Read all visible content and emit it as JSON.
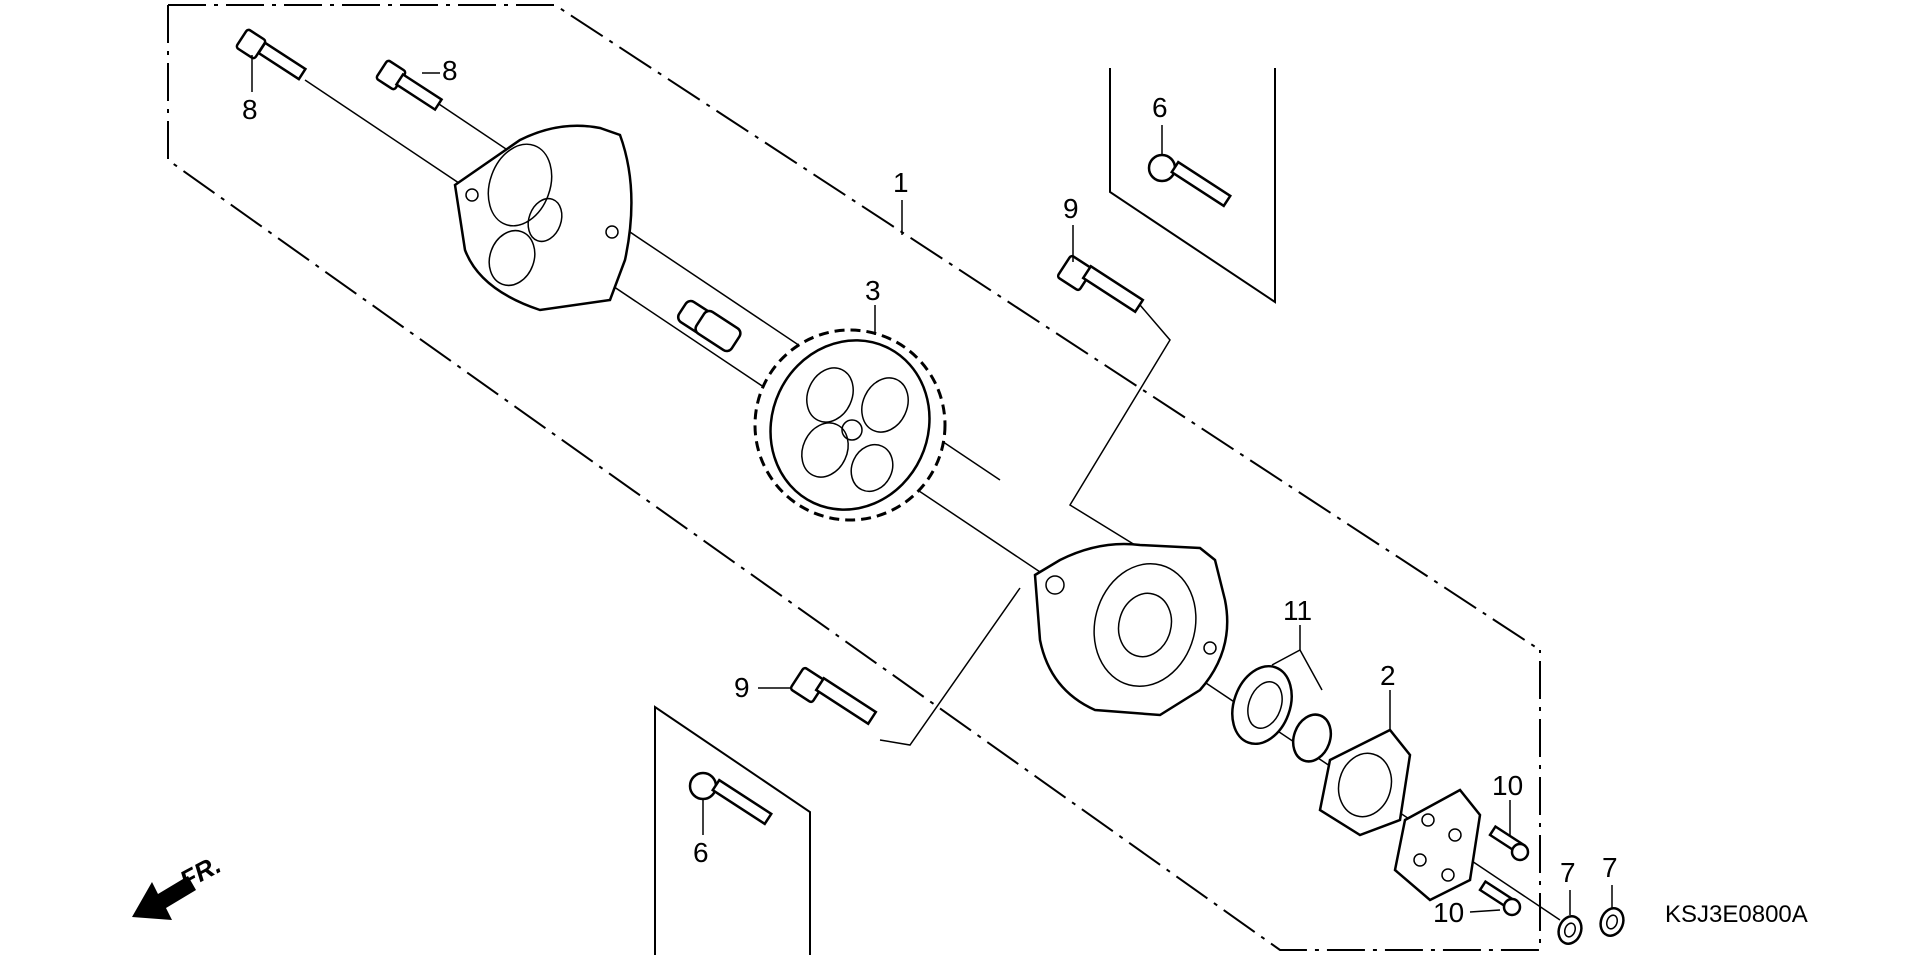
{
  "callouts": [
    {
      "id": "c8a",
      "label": "8"
    },
    {
      "id": "c8b",
      "label": "8"
    },
    {
      "id": "c1",
      "label": "1"
    },
    {
      "id": "c6a",
      "label": "6"
    },
    {
      "id": "c9a",
      "label": "9"
    },
    {
      "id": "c3",
      "label": "3"
    },
    {
      "id": "c9b",
      "label": "9"
    },
    {
      "id": "c11",
      "label": "11"
    },
    {
      "id": "c2",
      "label": "2"
    },
    {
      "id": "c10a",
      "label": "10"
    },
    {
      "id": "c6b",
      "label": "6"
    },
    {
      "id": "c7a",
      "label": "7"
    },
    {
      "id": "c7b",
      "label": "7"
    },
    {
      "id": "c10b",
      "label": "10"
    }
  ],
  "diagram_code": "KSJ3E0800A",
  "front_label": "FR."
}
